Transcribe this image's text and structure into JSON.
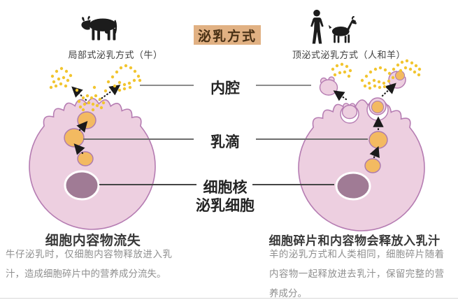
{
  "title_box": "泌乳方式",
  "left_column": {
    "icon": "cow-icon",
    "header": "局部式泌乳方式（牛）",
    "caption_title": "细胞内容物流失",
    "caption_body": "牛仔泌乳时，仅细胞内容物释放进入乳汁，造成细胞碎片中的营养成分流失。"
  },
  "right_column": {
    "icons": [
      "person-icon",
      "goat-icon"
    ],
    "header": "顶泌式泌乳方式（人和羊）",
    "caption_title": "细胞碎片和内容物会释放入乳汁",
    "caption_body": "羊的泌乳方式和人类相同，细胞碎片随着内容物一起释放进去乳汁，保留完整的营养成分。"
  },
  "diagram_labels": {
    "lumen": "内腔",
    "milk_droplet": "乳滴",
    "nucleus": "细胞核",
    "secretory_cell": "泌乳细胞"
  },
  "colors": {
    "title_box_bg": "#e1b183",
    "title_box_text": "#4a3115",
    "cell_fill": "#edcfe0",
    "membrane_stroke": "#b57cb2",
    "droplet_fill": "#f3ba61",
    "droplet_stroke": "#ab7bae",
    "nucleus_fill": "#a07b95",
    "milk_dots": "#f2c530",
    "silhouette": "#1c1c1c"
  }
}
